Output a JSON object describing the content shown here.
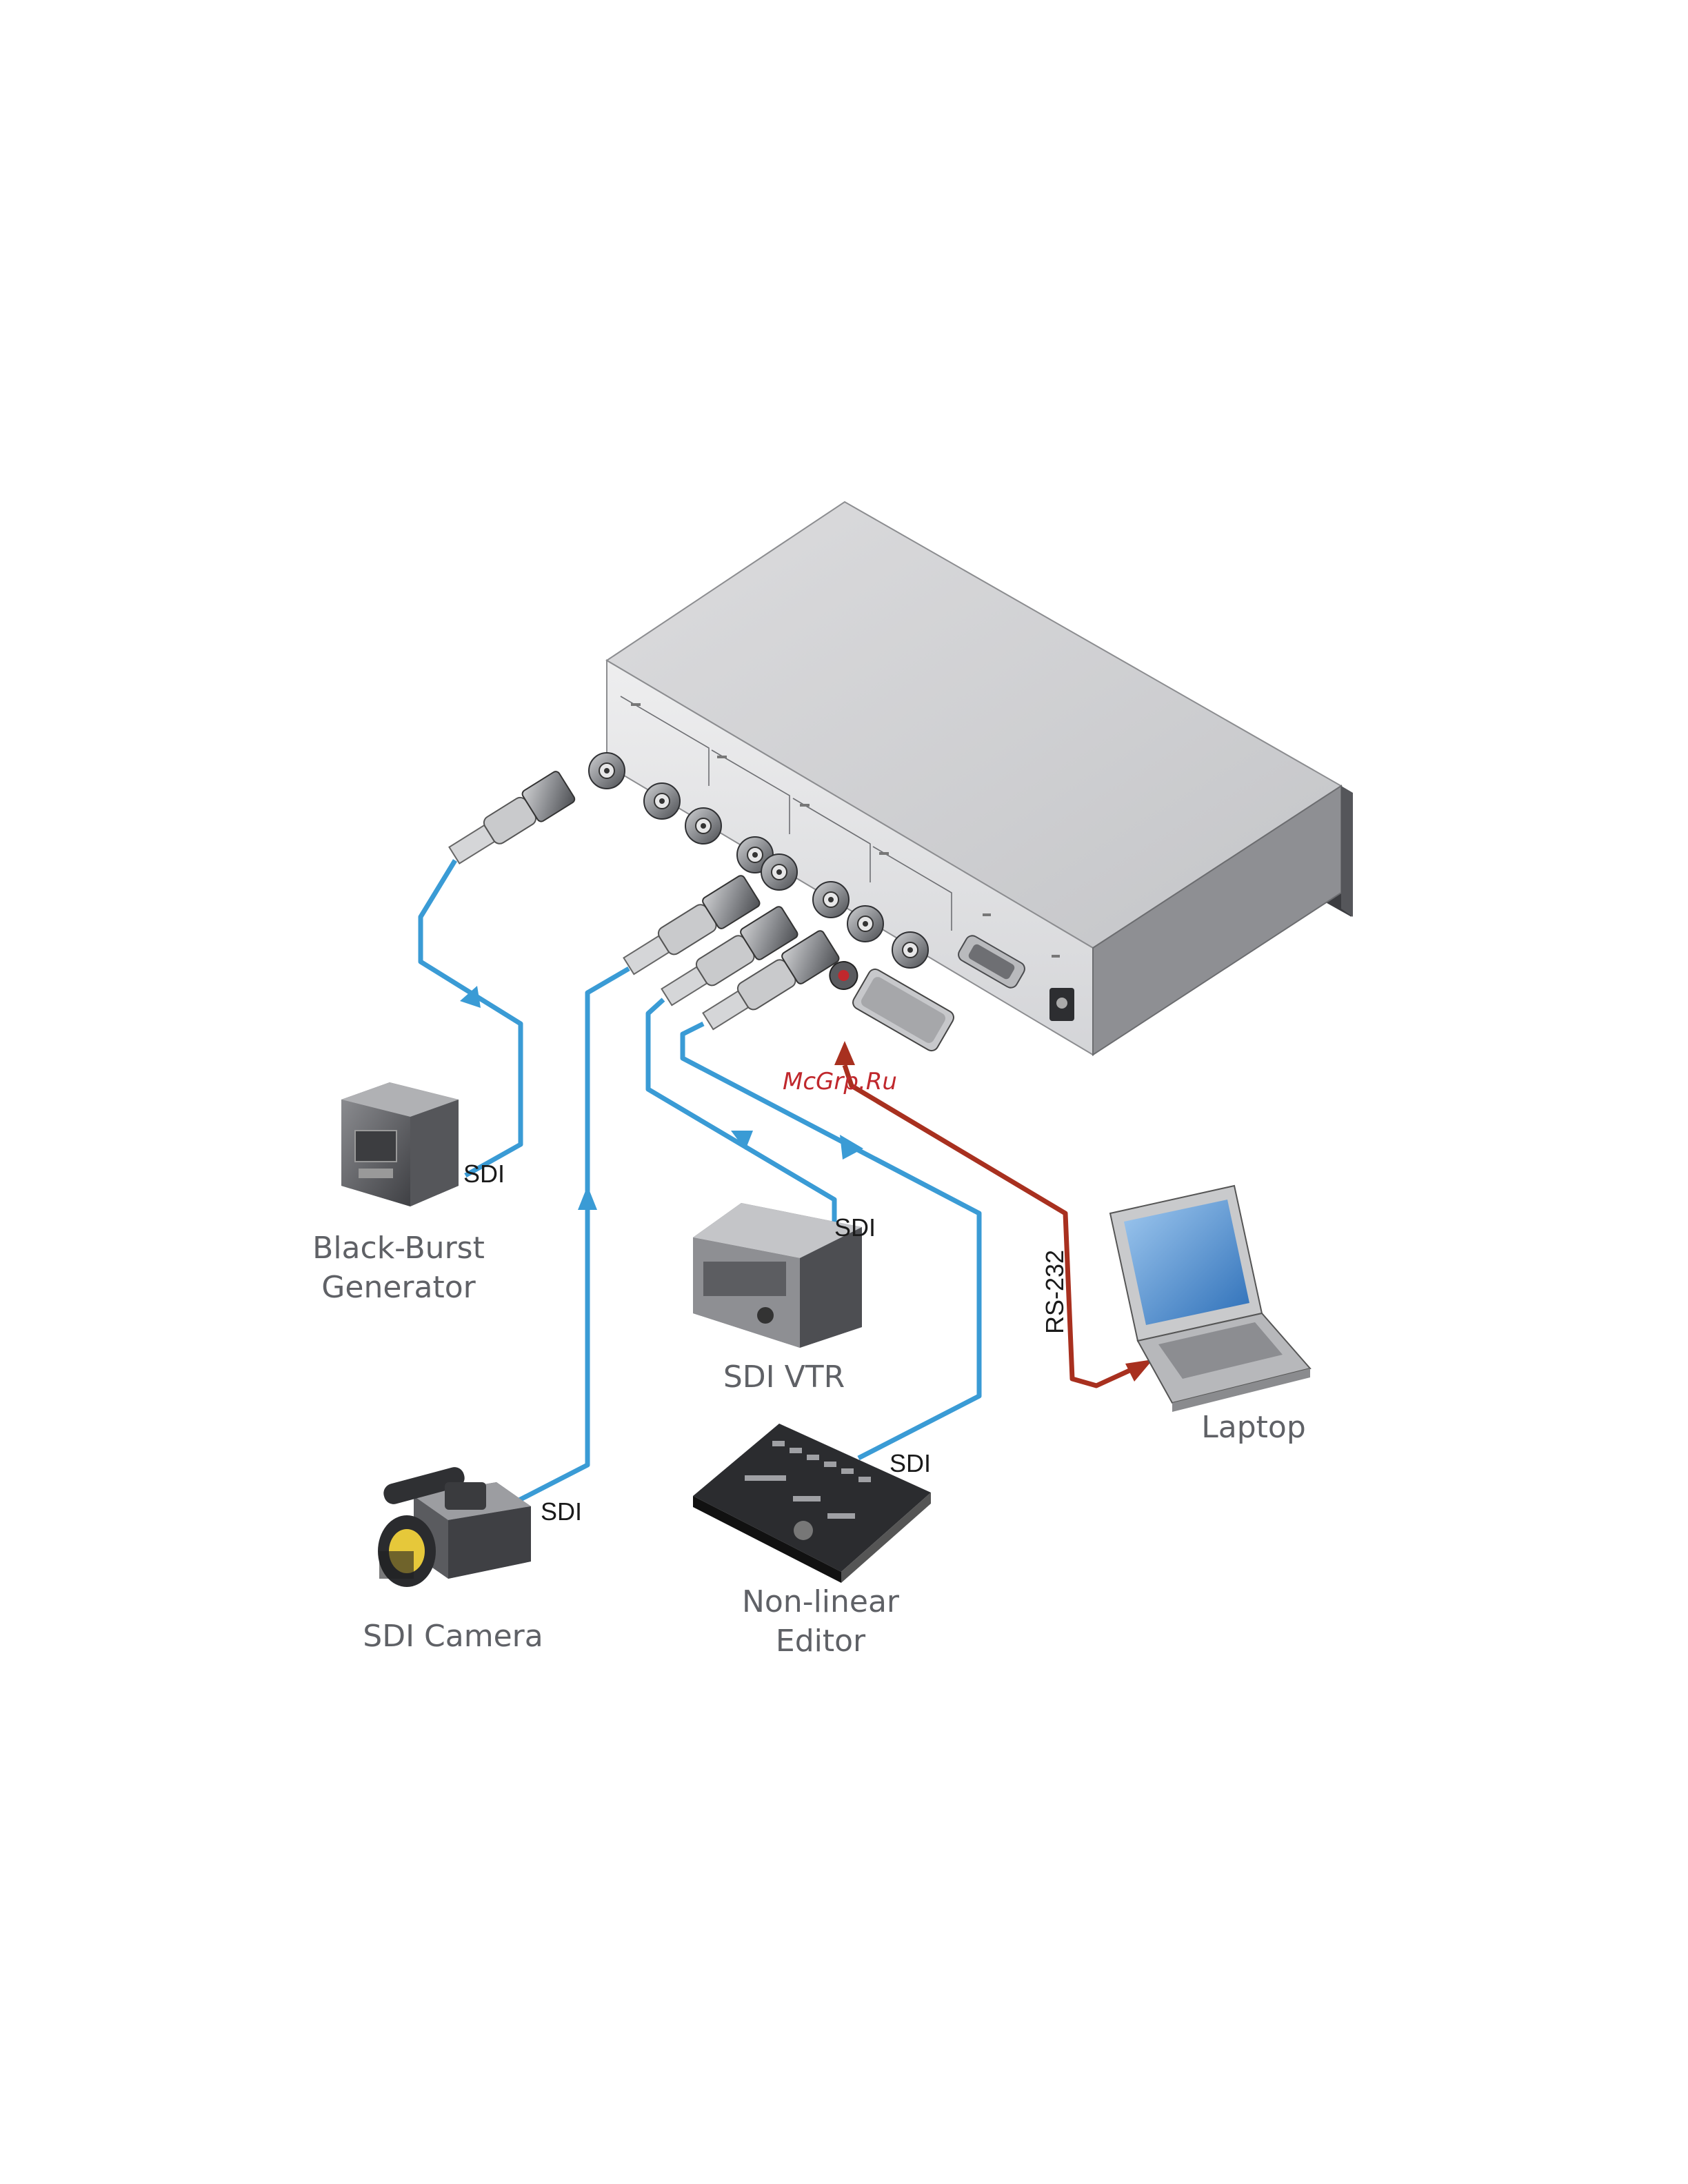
{
  "devices": {
    "black_burst_generator": {
      "label_line1": "Black-Burst",
      "label_line2": "Generator"
    },
    "sdi_camera": {
      "label": "SDI Camera"
    },
    "sdi_vtr": {
      "label": "SDI VTR"
    },
    "non_linear_editor": {
      "label_line1": "Non-linear",
      "label_line2": "Editor"
    },
    "laptop": {
      "label": "Laptop"
    }
  },
  "cables": {
    "generator": "SDI",
    "vtr": "SDI",
    "camera": "SDI",
    "editor": "SDI",
    "laptop": "RS-232"
  },
  "watermark": "McGrp.Ru",
  "colors": {
    "sdi_cable": "#3a9bd5",
    "rs232_cable": "#a8301f",
    "watermark": "#c0282d",
    "label_text": "#5f6166"
  }
}
